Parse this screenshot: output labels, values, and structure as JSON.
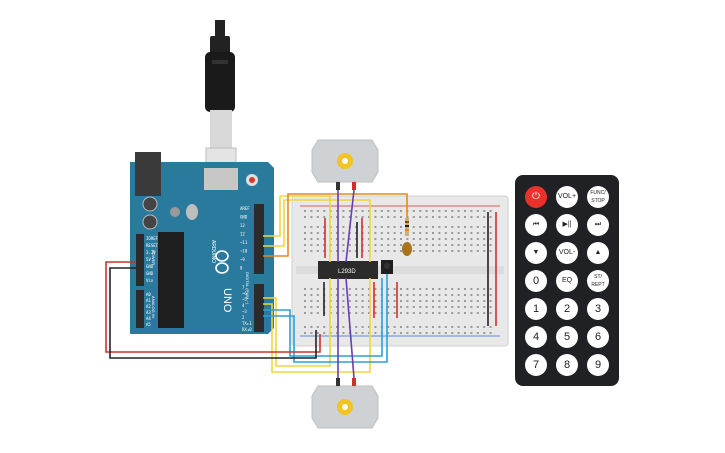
{
  "arduino": {
    "logo_text": "UNO",
    "brand_text": "ARDUINO",
    "digital_header_label": "DIGITAL (PWM ~)",
    "power_header_label": "POWER",
    "analog_header_label": "ANALOG IN",
    "pin_labels_top": [
      "AREF",
      "GND",
      "13",
      "12",
      "~11",
      "~10",
      "~9",
      "8"
    ],
    "pin_labels_bottom": [
      "7",
      "~6",
      "~5",
      "4",
      "~3",
      "2",
      "TX▸1",
      "RX◂0"
    ],
    "power_pins": [
      "IOREF",
      "RESET",
      "3.3V",
      "5V",
      "GND",
      "GND",
      "Vin"
    ],
    "analog_pins": [
      "A0",
      "A1",
      "A2",
      "A3",
      "A4",
      "A5"
    ]
  },
  "breadboard": {
    "chip_label": "L293D"
  },
  "remote": {
    "buttons": [
      {
        "id": "power",
        "label": "⏻"
      },
      {
        "id": "vol-up",
        "label": "VOL+"
      },
      {
        "id": "func-stop",
        "label": "FUNC/ STOP"
      },
      {
        "id": "prev",
        "label": "⏮"
      },
      {
        "id": "play-pause",
        "label": "▶||"
      },
      {
        "id": "next",
        "label": "⏭"
      },
      {
        "id": "down",
        "label": "▼"
      },
      {
        "id": "vol-down",
        "label": "VOL-"
      },
      {
        "id": "up",
        "label": "▲"
      },
      {
        "id": "zero",
        "label": "0"
      },
      {
        "id": "eq",
        "label": "EQ"
      },
      {
        "id": "st-rept",
        "label": "ST/ REPT"
      },
      {
        "id": "one",
        "label": "1"
      },
      {
        "id": "two",
        "label": "2"
      },
      {
        "id": "three",
        "label": "3"
      },
      {
        "id": "four",
        "label": "4"
      },
      {
        "id": "five",
        "label": "5"
      },
      {
        "id": "six",
        "label": "6"
      },
      {
        "id": "seven",
        "label": "7"
      },
      {
        "id": "eight",
        "label": "8"
      },
      {
        "id": "nine",
        "label": "9"
      }
    ]
  },
  "colors": {
    "arduino_board": "#2a7a9e",
    "breadboard": "#e8e8e8",
    "wire_yellow": "#f2d63a",
    "wire_purple": "#6a3db3",
    "wire_blue": "#2c9fd8",
    "wire_red": "#d0302a",
    "wire_black": "#222222",
    "wire_orange": "#e58a1f",
    "remote_body": "#202124",
    "power_button": "#e8322b"
  }
}
